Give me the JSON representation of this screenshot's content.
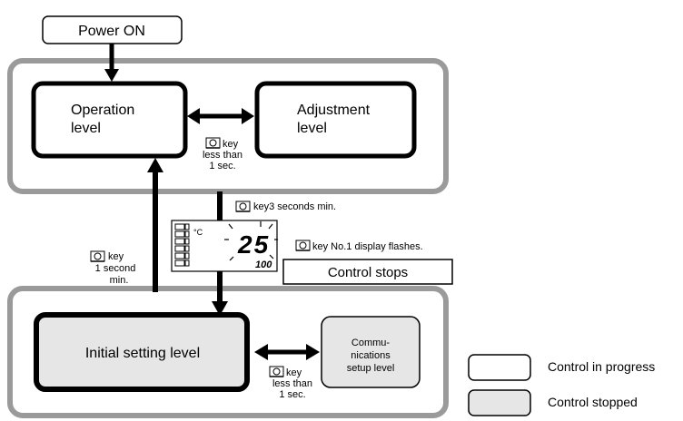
{
  "boxes": {
    "power_on": "Power ON",
    "operation_level": [
      "Operation",
      "level"
    ],
    "adjustment_level": [
      "Adjustment",
      "level"
    ],
    "initial_setting_level": "Initial setting level",
    "communications_setup_level": [
      "Commu-",
      "nications",
      "setup level"
    ],
    "control_stops": "Control stops"
  },
  "key_notes": {
    "op_adj": [
      "key",
      "less than",
      "1 sec."
    ],
    "to_initial": "key3 seconds min.",
    "display_flashes": "key No.1 display flashes.",
    "back_to_op": [
      "key",
      "1 second",
      "min."
    ],
    "init_comm": [
      "key",
      "less than",
      "1 sec."
    ]
  },
  "display": {
    "unit": "°C",
    "main_value": "25",
    "sub_value": "100"
  },
  "legend": [
    {
      "label": "Control in progress",
      "fill": "#ffffff"
    },
    {
      "label": "Control stopped",
      "fill": "#e6e6e6"
    }
  ],
  "colors": {
    "group_border": "#9a9a9a",
    "stopped_fill": "#e6e6e6",
    "line": "#000000"
  },
  "icons": {
    "key": "level-key-icon"
  }
}
